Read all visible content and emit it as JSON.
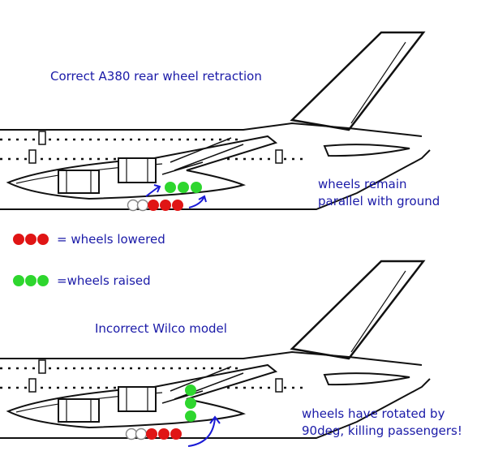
{
  "labels": {
    "title_correct": "Correct A380 rear wheel retraction",
    "note_correct_line1": "wheels remain",
    "note_correct_line2": "parallel with ground",
    "legend_lowered": "= wheels lowered",
    "legend_raised": "=wheels raised",
    "title_incorrect": "Incorrect Wilco model",
    "note_incorrect_line1": "wheels have rotated by",
    "note_incorrect_line2": "90deg, killing passengers!"
  },
  "colors": {
    "text": "#1a1aa8",
    "wheel_lowered": "#e01515",
    "wheel_raised": "#2ed62e",
    "arrow": "#1a1ad6",
    "line": "#111111",
    "wheel_outline": "#888888"
  }
}
